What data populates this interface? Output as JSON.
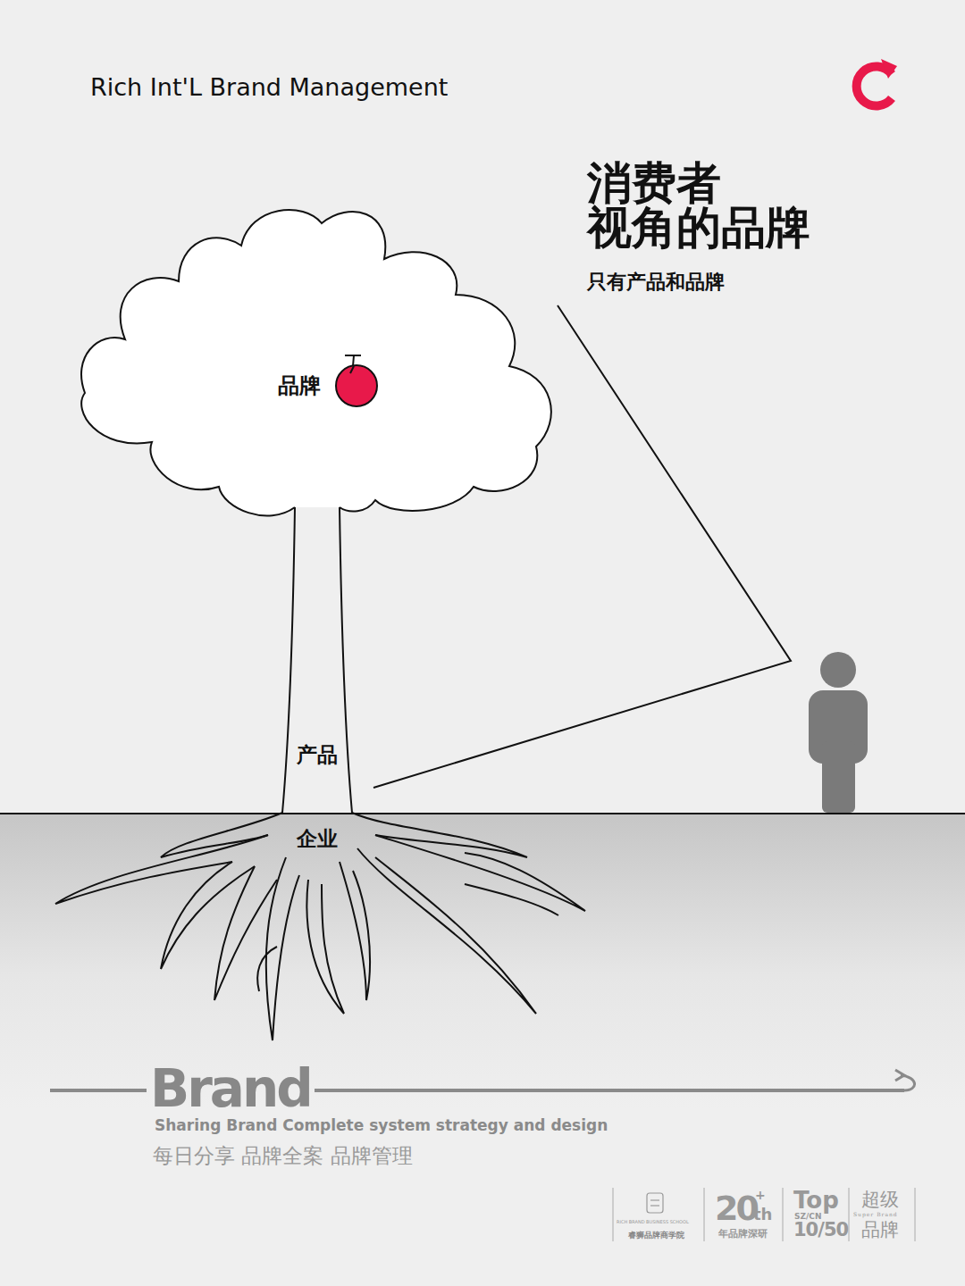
{
  "diagram": {
    "title": "消费者 视角的品牌",
    "caption": "只有产品和品牌",
    "labels": [
      "Rich Int'L Brand Management",
      "品牌",
      "产品",
      "企业",
      "Brand",
      "Sharing Brand Complete system strategy and design",
      "每日分享 品牌全案 品牌管理",
      "RICH BRAND BUSINESS SCHOOL",
      "睿狮品牌商学院",
      "20",
      "+",
      "th",
      "年品牌深研",
      "Top",
      "SZ/CN",
      "10/50",
      "超级",
      "Super Brand",
      "品牌"
    ]
  }
}
